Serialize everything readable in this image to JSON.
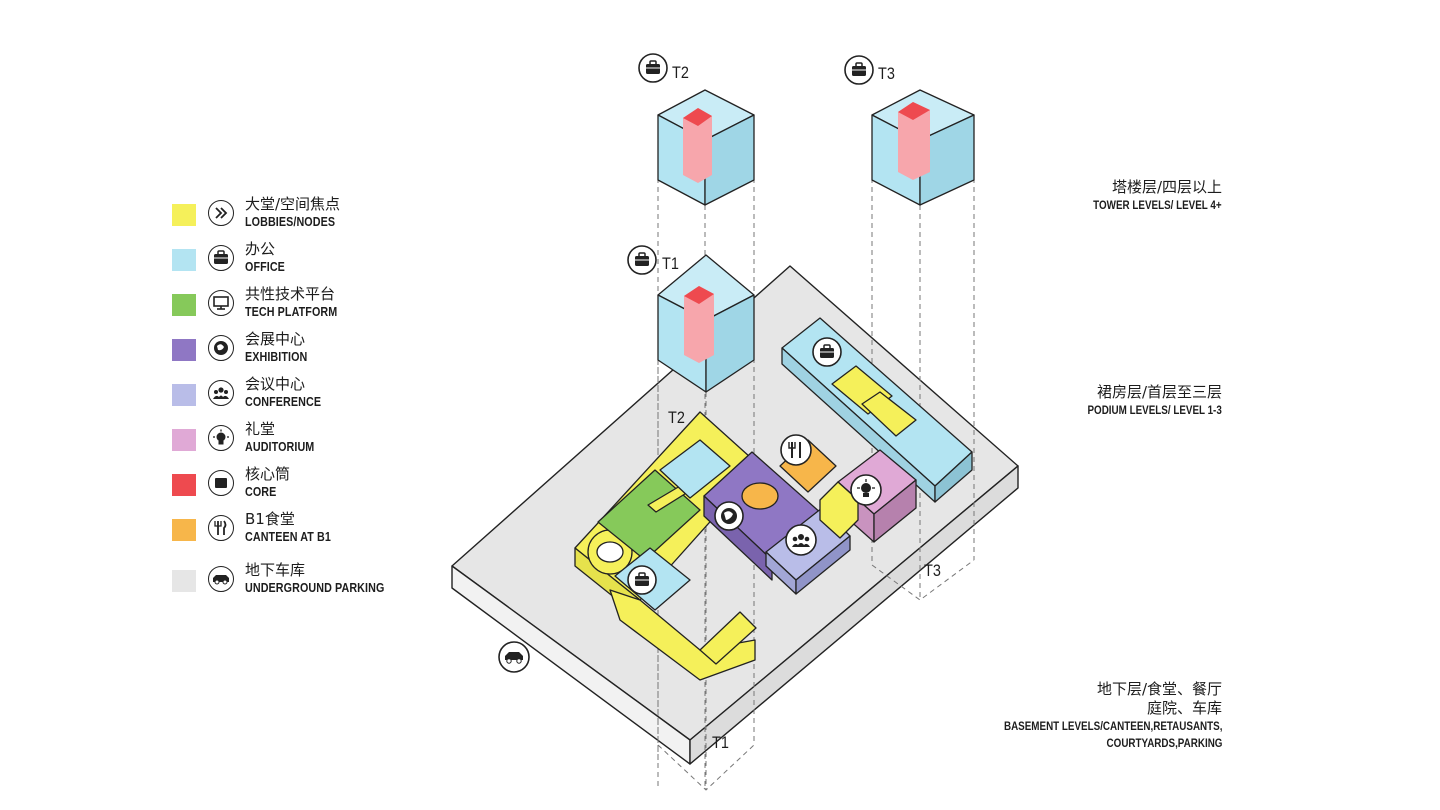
{
  "legend": [
    {
      "cn": "大堂/空间焦点",
      "en": "LOBBIES/NODES",
      "color": "#f5f05a",
      "icon": "chevrons-right-icon"
    },
    {
      "cn": "办公",
      "en": "OFFICE",
      "color": "#b3e4f2",
      "icon": "briefcase-icon"
    },
    {
      "cn": "共性技术平台",
      "en": "TECH PLATFORM",
      "color": "#86c95a",
      "icon": "monitor-icon"
    },
    {
      "cn": "会展中心",
      "en": "EXHIBITION",
      "color": "#8f77c4",
      "icon": "globe-icon"
    },
    {
      "cn": "会议中心",
      "en": "CONFERENCE",
      "color": "#b9bde8",
      "icon": "people-icon"
    },
    {
      "cn": "礼堂",
      "en": "AUDITORIUM",
      "color": "#e0a9d6",
      "icon": "lightbulb-icon"
    },
    {
      "cn": "核心筒",
      "en": "CORE",
      "color": "#ee4a4f",
      "icon": "square-icon"
    },
    {
      "cn": "B1食堂",
      "en": "CANTEEN AT B1",
      "color": "#f7b64a",
      "icon": "fork-knife-icon"
    },
    {
      "cn": "地下车库",
      "en": "UNDERGROUND PARKING",
      "color": "#e6e6e6",
      "icon": "car-icon"
    }
  ],
  "levels": {
    "tower": {
      "cn": "塔楼层/四层以上",
      "en": "TOWER LEVELS/ LEVEL 4+"
    },
    "podium": {
      "cn": "裙房层/首层至三层",
      "en": "PODIUM LEVELS/ LEVEL 1-3"
    },
    "basement": {
      "cn1": "地下层/食堂、餐厅",
      "cn2": "庭院、车库",
      "en1": "BASEMENT LEVELS/CANTEEN,RETAUSANTS,",
      "en2": "COURTYARDS,PARKING"
    }
  },
  "towers": {
    "t1": "T1",
    "t2": "T2",
    "t3": "T3",
    "t2_podium": "T2",
    "t1_base": "T1",
    "t3_base": "T3"
  }
}
